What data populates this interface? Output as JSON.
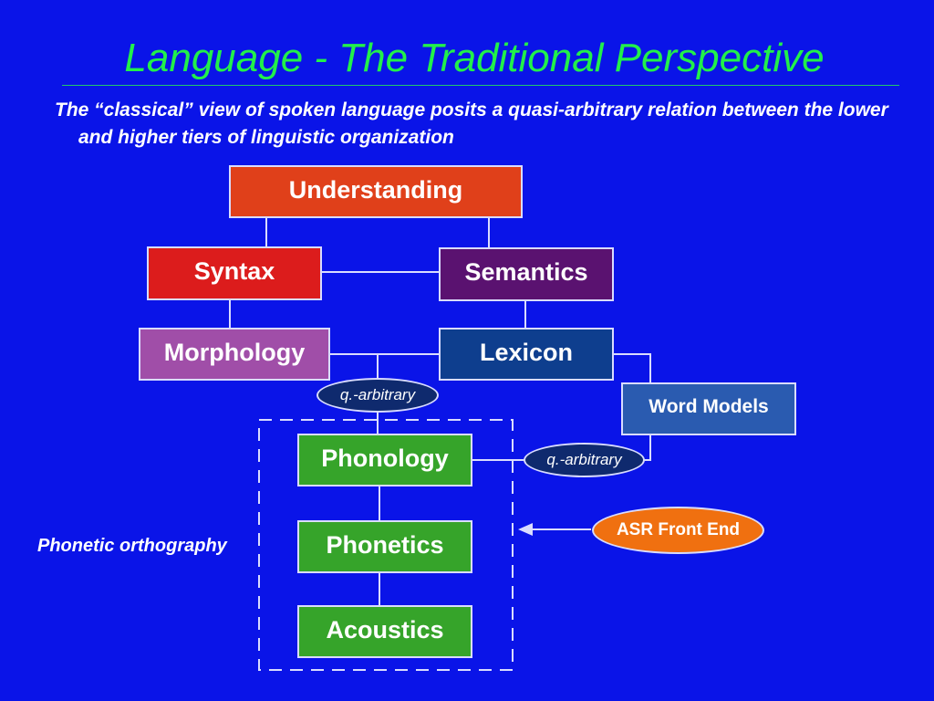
{
  "slide": {
    "title": "Language - The Traditional Perspective",
    "subtitle": "The “classical” view of spoken language posits a quasi-arbitrary relation between the lower and higher tiers of linguistic organization"
  },
  "diagram": {
    "nodes": {
      "understanding": "Understanding",
      "syntax": "Syntax",
      "semantics": "Semantics",
      "morphology": "Morphology",
      "lexicon": "Lexicon",
      "word_models": "Word Models",
      "phonology": "Phonology",
      "phonetics": "Phonetics",
      "acoustics": "Acoustics"
    },
    "qarbitrary_upper": "q.-arbitrary",
    "qarbitrary_right": "q.-arbitrary",
    "asr_front_end": "ASR Front End",
    "phonetic_orthography": "Phonetic orthography"
  },
  "colors": {
    "background": "#0a14e8",
    "title": "#22f04a",
    "understanding": "#e0401a",
    "syntax": "#dc1c1c",
    "semantics": "#5a1270",
    "morphology": "#a04ea8",
    "lexicon": "#0e3e8e",
    "word_models": "#2a5bb0",
    "green_boxes": "#36a42a",
    "q_arbitrary": "#0f2a6e",
    "asr_front_end": "#f07010"
  }
}
